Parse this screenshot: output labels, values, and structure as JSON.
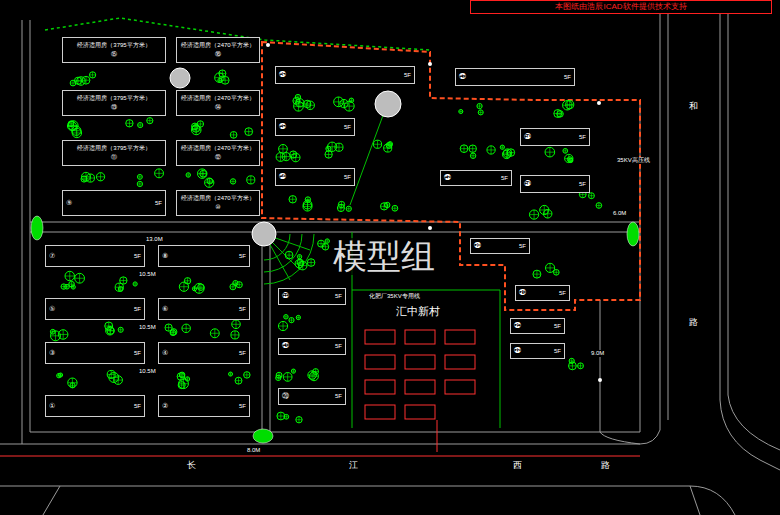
{
  "diagram": {
    "nodes": [
      {
        "text": [
          "本图纸由浩辰ICAD软件提供技术支持"
        ]
      },
      {
        "text": [
          "经济适用房（3795平方米）",
          "⑮"
        ]
      },
      {
        "text": [
          "经济适用房（2470平方米）",
          "⑯"
        ]
      },
      {
        "text": [
          "经济适用房（3795平方米）",
          "⑬"
        ]
      },
      {
        "text": [
          "经济适用房（2470平方米）",
          "⑭"
        ]
      },
      {
        "text": [
          "经济适用房（3795平方米）",
          "⑪"
        ]
      },
      {
        "text": [
          "经济适用房（2470平方米）",
          "⑫"
        ]
      },
      {
        "text": [
          "⑨",
          "5F"
        ]
      },
      {
        "text": [
          "经济适用房（2470平方米）",
          "⑩"
        ]
      },
      {
        "text": [
          "⑦",
          "5F"
        ]
      },
      {
        "text": [
          "⑧",
          "5F"
        ]
      },
      {
        "text": [
          "⑤",
          "5F"
        ]
      },
      {
        "text": [
          "⑥",
          "5F"
        ]
      },
      {
        "text": [
          "③",
          "5F"
        ]
      },
      {
        "text": [
          "④",
          "5F"
        ]
      },
      {
        "text": [
          "①",
          "5F"
        ]
      },
      {
        "text": [
          "②",
          "5F"
        ]
      },
      {
        "text": [
          "㉒",
          "5F"
        ]
      },
      {
        "text": [
          "㉑",
          "5F"
        ]
      },
      {
        "text": [
          "⑳",
          "5F"
        ]
      },
      {
        "text": [
          "㉖",
          "5F"
        ]
      },
      {
        "text": [
          "㉕",
          "5F"
        ]
      },
      {
        "text": [
          "㉔",
          "5F"
        ]
      },
      {
        "text": [
          "㉓",
          "5F"
        ]
      },
      {
        "text": [
          "㉗",
          "5F"
        ]
      },
      {
        "text": [
          "㉘",
          "5F"
        ]
      },
      {
        "text": [
          "㉙",
          "5F"
        ]
      },
      {
        "text": [
          "㉚",
          "5F"
        ]
      },
      {
        "text": [
          "㉛",
          "5F"
        ]
      },
      {
        "text": [
          "㉜",
          "5F"
        ]
      },
      {
        "text": [
          "㉝",
          "5F"
        ]
      }
    ],
    "labels": [
      "模型组",
      "汇中新村",
      "化肥厂35KV专用线",
      "35KV高压线",
      "长",
      "江",
      "西",
      "路",
      "和",
      "路",
      "13.0M",
      "10.5M",
      "10.5M",
      "10.5M",
      "6.0M",
      "9.0M",
      "8.0M"
    ]
  }
}
